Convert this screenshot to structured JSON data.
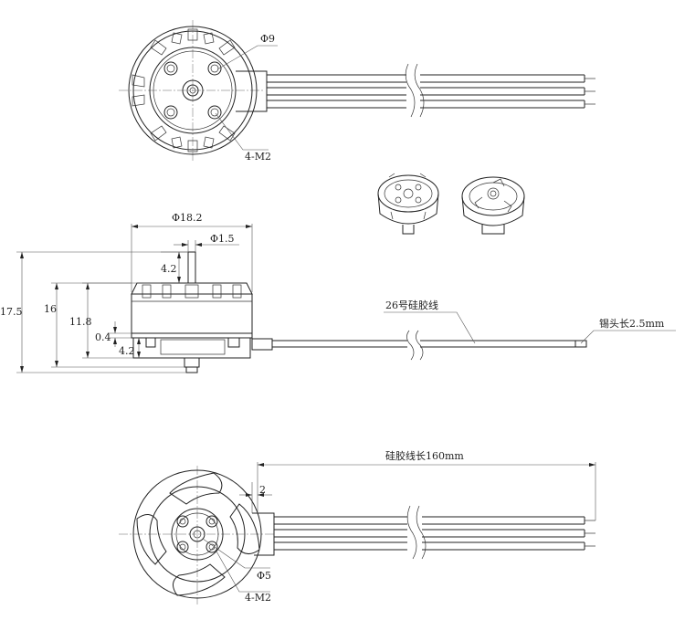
{
  "top_view": {
    "shaft_dia": "Φ9",
    "holes": "4-M2"
  },
  "side_view": {
    "overall_dia": "Φ18.2",
    "shaft_dia": "Φ1.5",
    "shaft_len": "4.2",
    "total_height": "17.5",
    "body_height": "16",
    "stator_height": "11.8",
    "gap": "0.4",
    "base_height": "4.2",
    "wire_gauge": "26号硅胶线",
    "tin_length": "锡头长2.5mm"
  },
  "bottom_view": {
    "wire_length": "硅胶线长160mm",
    "offset": "2",
    "center_dia": "Φ5",
    "holes": "4-M2"
  },
  "colors": {
    "line": "#222222"
  }
}
